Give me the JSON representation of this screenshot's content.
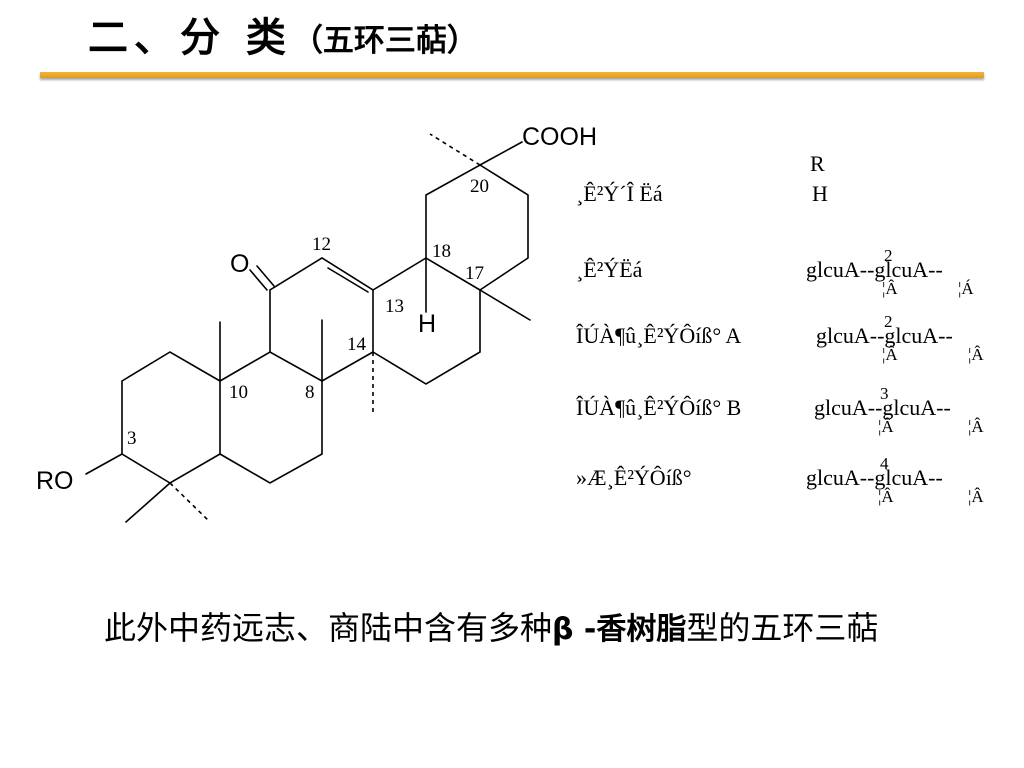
{
  "slide": {
    "title_main": "二、分 类",
    "title_sub": "（五环三萜）"
  },
  "structure": {
    "atoms": {
      "cooh": "COOH",
      "oxygen": "O",
      "ro": "RO",
      "h": "H"
    },
    "numbers": {
      "c3": "3",
      "c8": "8",
      "c10": "10",
      "c12": "12",
      "c13": "13",
      "c14": "14",
      "c17": "17",
      "c18": "18",
      "c20": "20"
    }
  },
  "compounds": {
    "r_header": "R",
    "rows": [
      {
        "name": "¸Ê²Ý´Î Ëá",
        "r": "H",
        "pos": "",
        "sub_left": "",
        "sub_right": ""
      },
      {
        "name": "¸Ê²ÝËá",
        "r": "glcuA--glcuA--",
        "pos": "2",
        "sub_left": "¦Â",
        "sub_right": "¦Á"
      },
      {
        "name": "ÎÚÀ­¶û¸Ê²ÝÔíß° A",
        "r": "glcuA--glcuA--",
        "pos": "2",
        "sub_left": "¦Â",
        "sub_right": "¦Â"
      },
      {
        "name": "ÎÚÀ­¶û¸Ê²ÝÔíß° B",
        "r": "glcuA--glcuA--",
        "pos": "3",
        "sub_left": "¦Â",
        "sub_right": "¦Â"
      },
      {
        "name": "»Æ¸Ê²ÝÔíß°",
        "r": "glcuA--glcuA--",
        "pos": "4",
        "sub_left": "¦Â",
        "sub_right": "¦Â"
      }
    ]
  },
  "footer": {
    "text_before": "此外中药远志、商陆中含有多种",
    "highlight": "β -香树脂",
    "text_after": "型的五环三萜"
  }
}
